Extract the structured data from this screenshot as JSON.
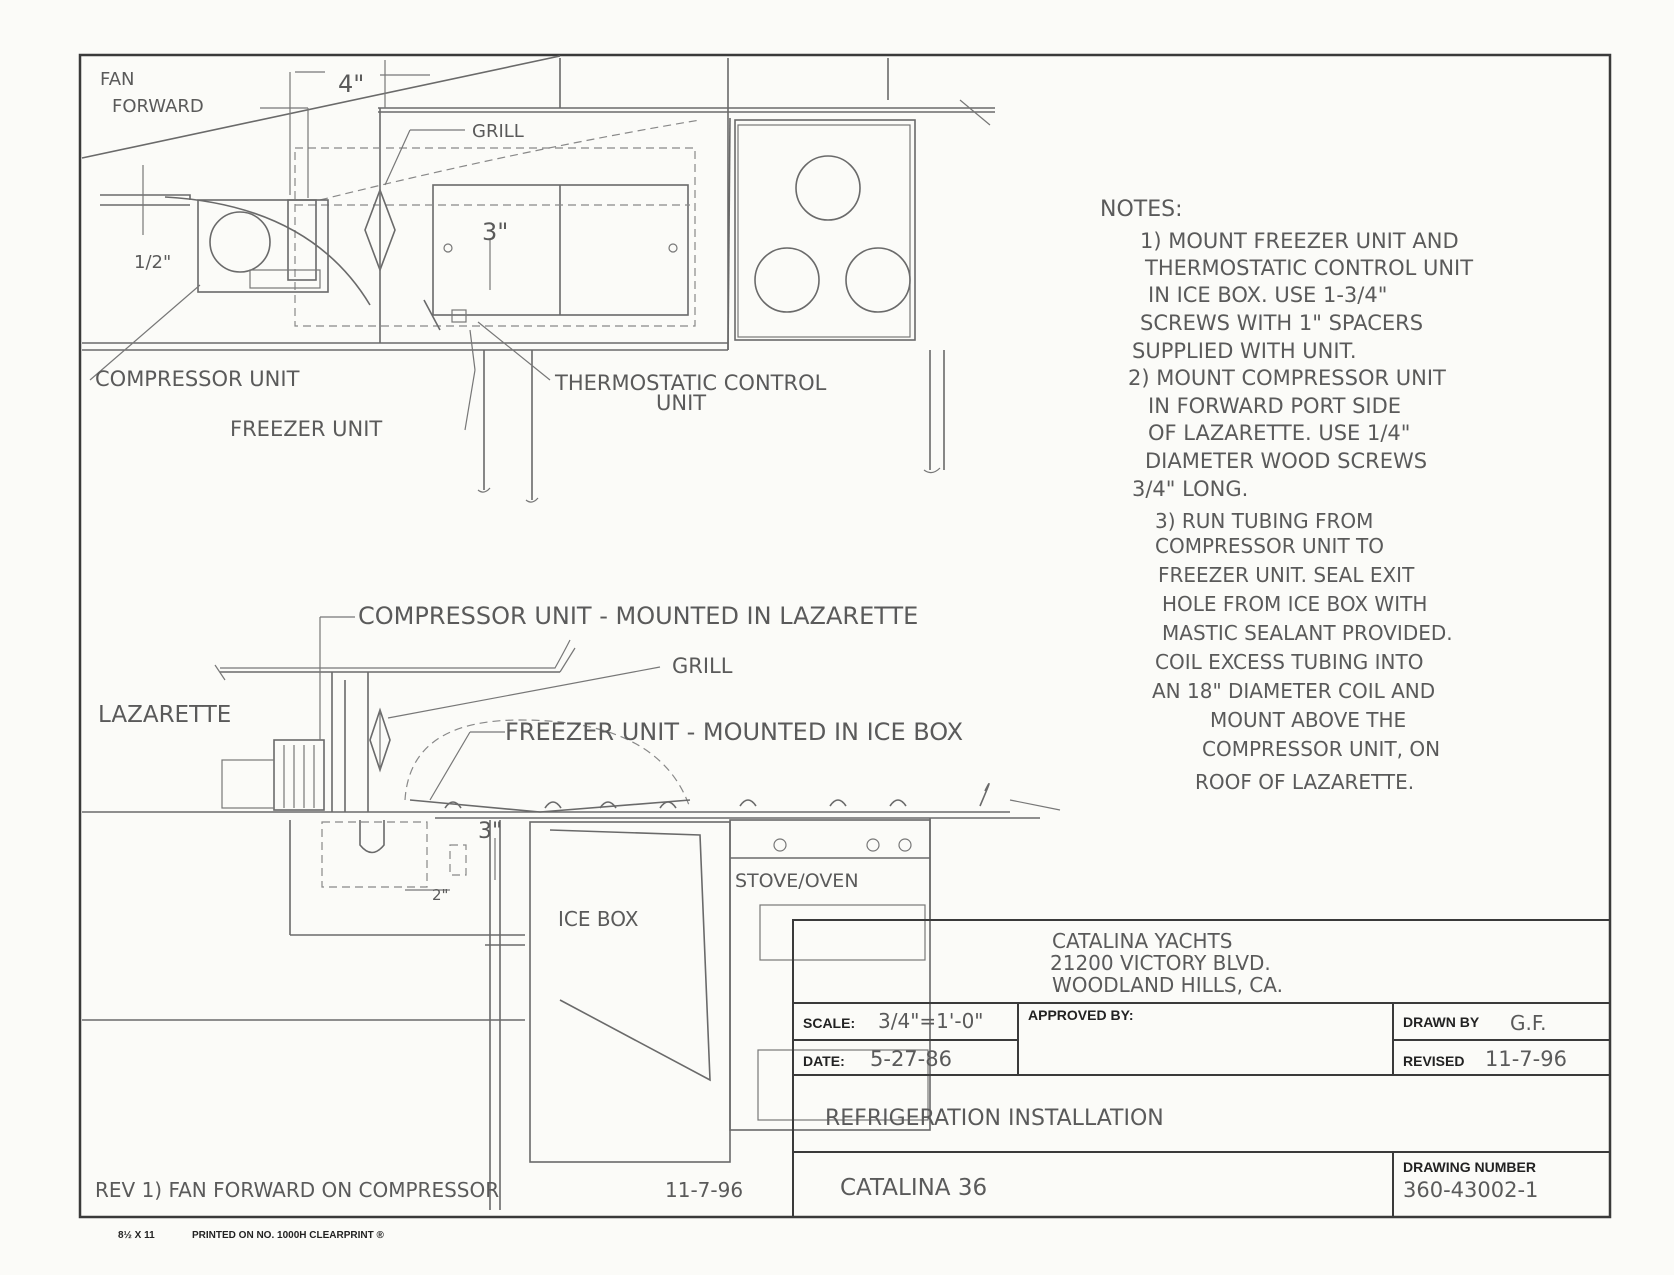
{
  "labels": {
    "fan_forward_1": "FAN",
    "fan_forward_2": "FORWARD",
    "dim_4": "4\"",
    "grill_top": "GRILL",
    "dim_3_top": "3\"",
    "dim_half": "1/2\"",
    "compressor_unit": "COMPRESSOR UNIT",
    "freezer_unit": "FREEZER UNIT",
    "thermostatic_1": "THERMOSTATIC  CONTROL",
    "thermostatic_2": "UNIT",
    "compressor_lazarette": "COMPRESSOR UNIT - MOUNTED  IN  LAZARETTE",
    "grill_bottom": "GRILL",
    "lazarette": "LAZARETTE",
    "freezer_icebox": "FREEZER UNIT - MOUNTED  IN  ICE BOX",
    "dim_3_bottom": "3\"",
    "dim_2": "2\"",
    "stove_oven": "STOVE/OVEN",
    "ice_box": "ICE BOX"
  },
  "notes": {
    "heading": "NOTES:",
    "lines": [
      "1) MOUNT  FREEZER UNIT  AND",
      "THERMOSTATIC  CONTROL  UNIT",
      "IN  ICE  BOX.  USE  1-3/4\"",
      "SCREWS  WITH  1\" SPACERS",
      "SUPPLIED WITH  UNIT.",
      "2)  MOUNT  COMPRESSOR UNIT",
      "IN  FORWARD  PORT  SIDE",
      "OF  LAZARETTE.  USE  1/4\"",
      "DIAMETER  WOOD  SCREWS",
      "3/4\" LONG.",
      "3) RUN  TUBING  FROM",
      "COMPRESSOR  UNIT  TO",
      "FREEZER  UNIT.  SEAL  EXIT",
      "HOLE  FROM  ICE  BOX  WITH",
      "MASTIC  SEALANT PROVIDED.",
      "COIL EXCESS  TUBING  INTO",
      "AN  18\"  DIAMETER  COIL AND",
      "MOUNT  ABOVE  THE",
      "COMPRESSOR  UNIT,  ON",
      "ROOF  OF  LAZARETTE."
    ]
  },
  "title_block": {
    "company_line1": "CATALINA  YACHTS",
    "company_line2": "21200  VICTORY  BLVD.",
    "company_line3": "WOODLAND  HILLS,  CA.",
    "scale_label": "SCALE:",
    "scale_value": "3/4\"=1'-0\"",
    "approved_label": "APPROVED BY:",
    "drawn_label": "DRAWN BY",
    "drawn_value": "G.F.",
    "date_label": "DATE:",
    "date_value": "5-27-86",
    "revised_label": "REVISED",
    "revised_value": "11-7-96",
    "title": "REFRIGERATION   INSTALLATION",
    "drawing_number_label": "DRAWING NUMBER",
    "model": "CATALINA   36",
    "drawing_number": "360-43002-1"
  },
  "revision_note": "REV 1)  FAN FORWARD  ON  COMPRESSOR",
  "revision_date": "11-7-96",
  "footer": {
    "paper_size": "8½ X 11",
    "paper_note": "PRINTED ON NO. 1000H CLEARPRINT ®"
  }
}
